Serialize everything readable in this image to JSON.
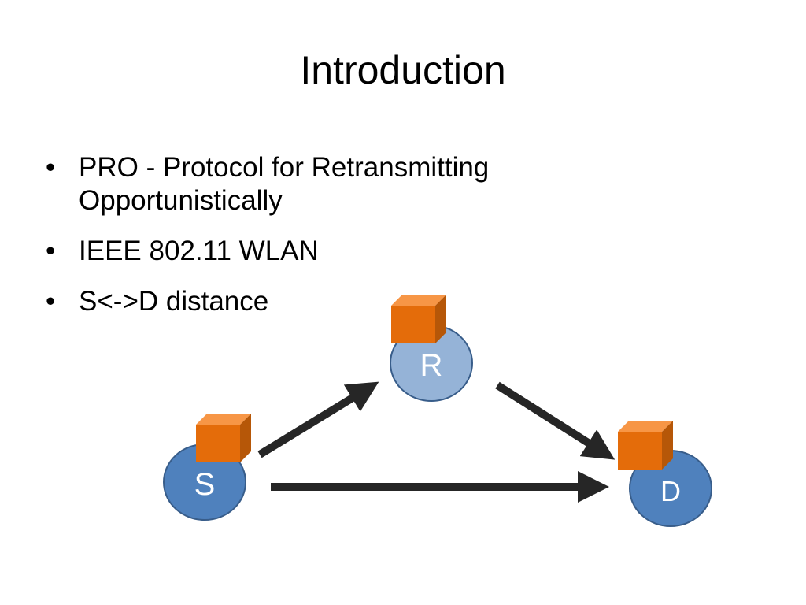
{
  "slide": {
    "title": "Introduction",
    "bullets": [
      "PRO - Protocol for Retransmitting Opportunistically",
      "IEEE 802.11 WLAN",
      "S<->D distance"
    ]
  },
  "diagram": {
    "nodes": [
      {
        "id": "S",
        "label": "S",
        "color": "#4f81bd",
        "has_packet": true
      },
      {
        "id": "R",
        "label": "R",
        "color": "#95b3d7",
        "has_packet": true
      },
      {
        "id": "D",
        "label": "D",
        "color": "#4f81bd",
        "has_packet": true
      }
    ],
    "edges": [
      {
        "from": "S",
        "to": "R"
      },
      {
        "from": "R",
        "to": "D"
      },
      {
        "from": "S",
        "to": "D"
      }
    ],
    "colors": {
      "packet": "#e46c0a",
      "packet_top": "#f79646",
      "packet_side": "#b65708",
      "arrow": "#262626",
      "node_border": "#385d8a"
    }
  }
}
